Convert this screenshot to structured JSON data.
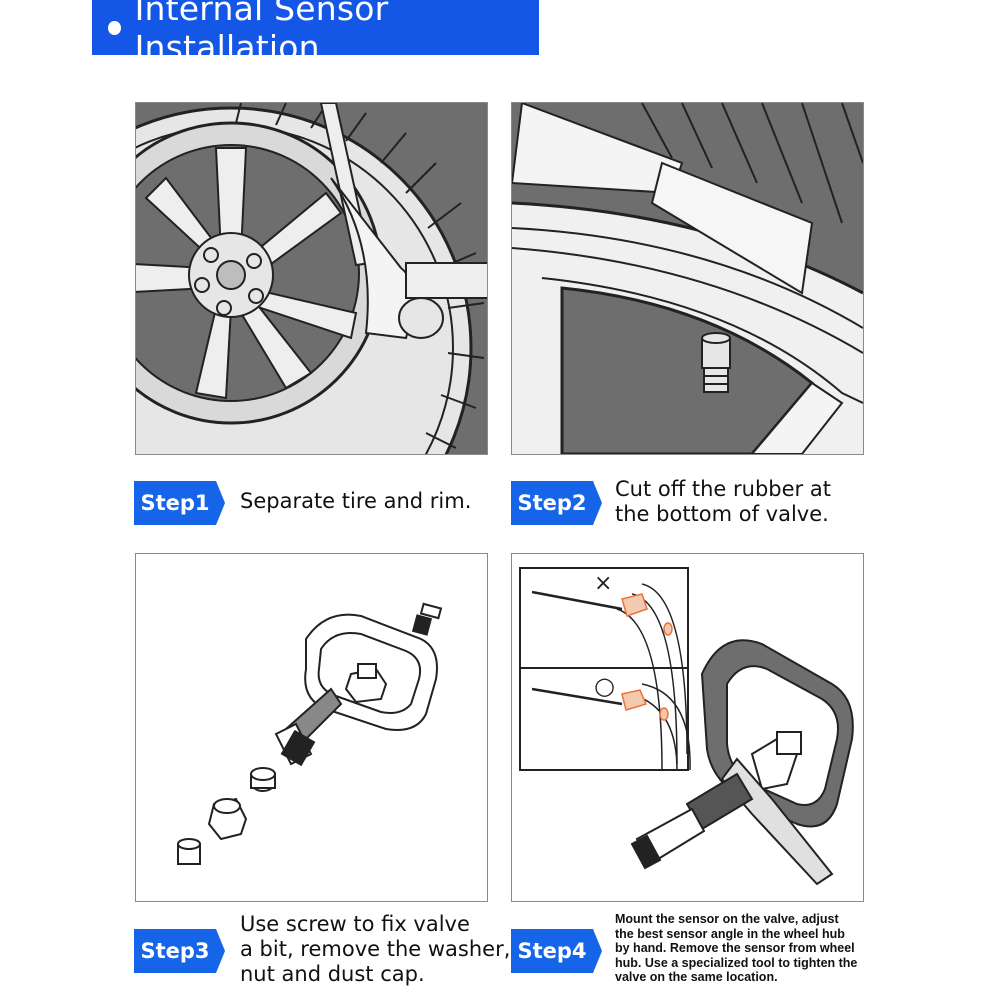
{
  "header": {
    "title": "Internal Sensor Installation"
  },
  "steps": [
    {
      "label": "Step1",
      "text": "Separate tire and rim."
    },
    {
      "label": "Step2",
      "text_lines": [
        "Cut off the rubber at",
        "the bottom of valve."
      ]
    },
    {
      "label": "Step3",
      "text_lines": [
        "Use screw to fix valve",
        "a bit, remove the washer,",
        "nut and dust cap."
      ]
    },
    {
      "label": "Step4",
      "text_lines": [
        "Mount the sensor on the valve, adjust",
        "the best sensor angle in the wheel hub",
        "by hand. Remove the sensor from wheel",
        "hub. Use a specialized tool to tighten the",
        "valve on the same location."
      ]
    }
  ],
  "marks": {
    "wrong": "×",
    "right": "○"
  },
  "colors": {
    "header_bg": "#1457e6",
    "badge_bg": "#1665e8",
    "panel_gray": "#6e6e6e",
    "accent_orange": "#e8743a"
  }
}
